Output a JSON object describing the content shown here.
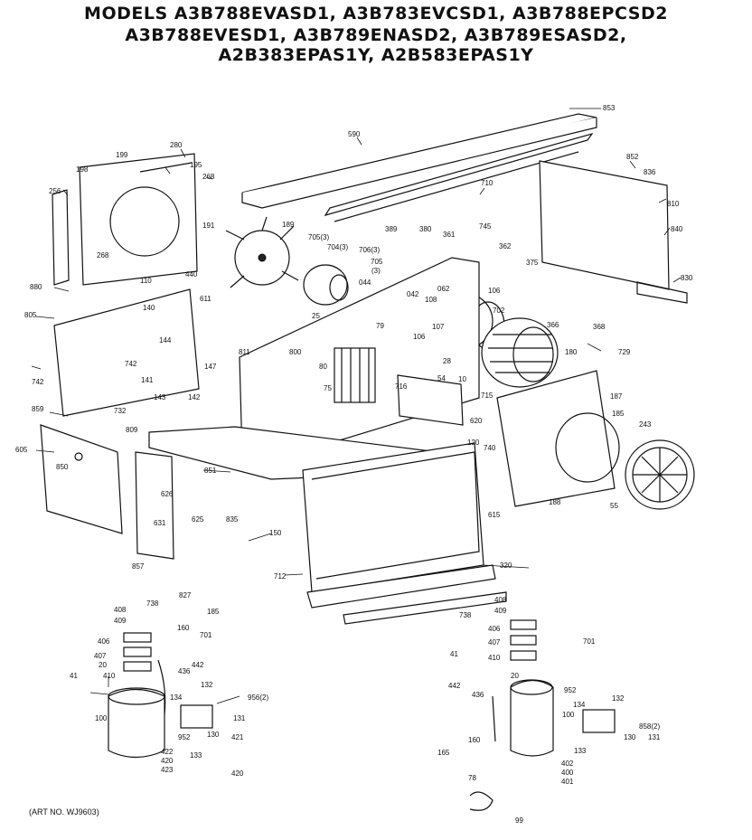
{
  "title": {
    "line1": "MODELS A3B788EVASD1, A3B783EVCSD1, A3B788EPCSD2",
    "line2": "A3B788EVESD1, A3B789ENASD2, A3B789ESASD2,",
    "line3": "A2B383EPAS1Y, A2B583EPAS1Y"
  },
  "art_no": "(ART NO. WJ9603)",
  "labels": [
    {
      "id": "l853",
      "text": "853"
    },
    {
      "id": "l590",
      "text": "590"
    },
    {
      "id": "l852",
      "text": "852"
    },
    {
      "id": "l836",
      "text": "836"
    },
    {
      "id": "l199",
      "text": "199"
    },
    {
      "id": "l280",
      "text": "280"
    },
    {
      "id": "l198",
      "text": "198"
    },
    {
      "id": "l195",
      "text": "195"
    },
    {
      "id": "l268a",
      "text": "268"
    },
    {
      "id": "l256",
      "text": "256"
    },
    {
      "id": "l710",
      "text": "710"
    },
    {
      "id": "l810",
      "text": "810"
    },
    {
      "id": "l191",
      "text": "191"
    },
    {
      "id": "l189",
      "text": "189"
    },
    {
      "id": "l389",
      "text": "389"
    },
    {
      "id": "l380",
      "text": "380"
    },
    {
      "id": "l361",
      "text": "361"
    },
    {
      "id": "l745",
      "text": "745"
    },
    {
      "id": "l840",
      "text": "840"
    },
    {
      "id": "l705a",
      "text": "705(3)"
    },
    {
      "id": "l704",
      "text": "704(3)"
    },
    {
      "id": "l706",
      "text": "706(3)"
    },
    {
      "id": "l705b",
      "text": "705"
    },
    {
      "id": "l3",
      "text": "(3)"
    },
    {
      "id": "l362",
      "text": "362"
    },
    {
      "id": "l268b",
      "text": "268"
    },
    {
      "id": "l440",
      "text": "440"
    },
    {
      "id": "l375",
      "text": "375"
    },
    {
      "id": "l830",
      "text": "830"
    },
    {
      "id": "l880",
      "text": "880"
    },
    {
      "id": "l110",
      "text": "110"
    },
    {
      "id": "l044",
      "text": "044"
    },
    {
      "id": "l042",
      "text": "042"
    },
    {
      "id": "l062",
      "text": "062"
    },
    {
      "id": "l108",
      "text": "108"
    },
    {
      "id": "l106",
      "text": "106"
    },
    {
      "id": "l805",
      "text": "805"
    },
    {
      "id": "l140",
      "text": "140"
    },
    {
      "id": "l611",
      "text": "611"
    },
    {
      "id": "l25",
      "text": "25"
    },
    {
      "id": "l107",
      "text": "107"
    },
    {
      "id": "l702",
      "text": "702"
    },
    {
      "id": "l366",
      "text": "366"
    },
    {
      "id": "l368",
      "text": "368"
    },
    {
      "id": "l144",
      "text": "144"
    },
    {
      "id": "l811",
      "text": "811"
    },
    {
      "id": "l79",
      "text": "79"
    },
    {
      "id": "l106b",
      "text": "106"
    },
    {
      "id": "l742a",
      "text": "742"
    },
    {
      "id": "l742b",
      "text": "742"
    },
    {
      "id": "l147",
      "text": "147"
    },
    {
      "id": "l800",
      "text": "800"
    },
    {
      "id": "l80",
      "text": "80"
    },
    {
      "id": "l28",
      "text": "28"
    },
    {
      "id": "l180",
      "text": "180"
    },
    {
      "id": "l729",
      "text": "729"
    },
    {
      "id": "l141",
      "text": "141"
    },
    {
      "id": "l54",
      "text": "54"
    },
    {
      "id": "l75",
      "text": "75"
    },
    {
      "id": "l716",
      "text": "716"
    },
    {
      "id": "l10",
      "text": "10"
    },
    {
      "id": "l187",
      "text": "187"
    },
    {
      "id": "l143",
      "text": "143"
    },
    {
      "id": "l142",
      "text": "142"
    },
    {
      "id": "l715",
      "text": "715"
    },
    {
      "id": "l185",
      "text": "185"
    },
    {
      "id": "l859",
      "text": "859"
    },
    {
      "id": "l732",
      "text": "732"
    },
    {
      "id": "l809",
      "text": "809"
    },
    {
      "id": "l620",
      "text": "620"
    },
    {
      "id": "l243",
      "text": "243"
    },
    {
      "id": "l605",
      "text": "605"
    },
    {
      "id": "l120",
      "text": "120"
    },
    {
      "id": "l740",
      "text": "740"
    },
    {
      "id": "l851",
      "text": "851"
    },
    {
      "id": "l850",
      "text": "850"
    },
    {
      "id": "l626",
      "text": "626"
    },
    {
      "id": "l188",
      "text": "188"
    },
    {
      "id": "l55",
      "text": "55"
    },
    {
      "id": "l835",
      "text": "835"
    },
    {
      "id": "l615",
      "text": "615"
    },
    {
      "id": "l631",
      "text": "631"
    },
    {
      "id": "l625",
      "text": "625"
    },
    {
      "id": "l150",
      "text": "150"
    },
    {
      "id": "l857",
      "text": "857"
    },
    {
      "id": "l320",
      "text": "320"
    },
    {
      "id": "l712",
      "text": "712"
    },
    {
      "id": "l827",
      "text": "827"
    },
    {
      "id": "l408a",
      "text": "408"
    },
    {
      "id": "l738a",
      "text": "738"
    },
    {
      "id": "l185b",
      "text": "185"
    },
    {
      "id": "l409a",
      "text": "409"
    },
    {
      "id": "l160a",
      "text": "160"
    },
    {
      "id": "l406a",
      "text": "406"
    },
    {
      "id": "l701a",
      "text": "701"
    },
    {
      "id": "l407a",
      "text": "407"
    },
    {
      "id": "l442a",
      "text": "442"
    },
    {
      "id": "l20",
      "text": "20"
    },
    {
      "id": "l436a",
      "text": "436"
    },
    {
      "id": "l410a",
      "text": "410"
    },
    {
      "id": "l41a",
      "text": "41"
    },
    {
      "id": "l132a",
      "text": "132"
    },
    {
      "id": "l100a",
      "text": "100"
    },
    {
      "id": "l134a",
      "text": "134"
    },
    {
      "id": "l956a",
      "text": "956(2)"
    },
    {
      "id": "l131a",
      "text": "131"
    },
    {
      "id": "l952a",
      "text": "952"
    },
    {
      "id": "l130a",
      "text": "130"
    },
    {
      "id": "l133a",
      "text": "133"
    },
    {
      "id": "l421",
      "text": "421"
    },
    {
      "id": "l422",
      "text": "422"
    },
    {
      "id": "l420a",
      "text": "420"
    },
    {
      "id": "l423",
      "text": "423"
    },
    {
      "id": "l420b",
      "text": "420"
    },
    {
      "id": "l408b",
      "text": "408"
    },
    {
      "id": "l409b",
      "text": "409"
    },
    {
      "id": "l738b",
      "text": "738"
    },
    {
      "id": "l406b",
      "text": "406"
    },
    {
      "id": "l407b",
      "text": "407"
    },
    {
      "id": "l41b",
      "text": "41"
    },
    {
      "id": "l410b",
      "text": "410"
    },
    {
      "id": "l701b",
      "text": "701"
    },
    {
      "id": "l20b",
      "text": "20"
    },
    {
      "id": "l442b",
      "text": "442"
    },
    {
      "id": "l436b",
      "text": "436"
    },
    {
      "id": "l952b",
      "text": "952"
    },
    {
      "id": "l132b",
      "text": "132"
    },
    {
      "id": "l134b",
      "text": "134"
    },
    {
      "id": "l100b",
      "text": "100"
    },
    {
      "id": "l858",
      "text": "858(2)"
    },
    {
      "id": "l130b",
      "text": "130"
    },
    {
      "id": "l131b",
      "text": "131"
    },
    {
      "id": "l165",
      "text": "165"
    },
    {
      "id": "l160b",
      "text": "160"
    },
    {
      "id": "l133b",
      "text": "133"
    },
    {
      "id": "l402",
      "text": "402"
    },
    {
      "id": "l400",
      "text": "400"
    },
    {
      "id": "l401",
      "text": "401"
    },
    {
      "id": "l78",
      "text": "78"
    },
    {
      "id": "l99",
      "text": "99"
    }
  ]
}
